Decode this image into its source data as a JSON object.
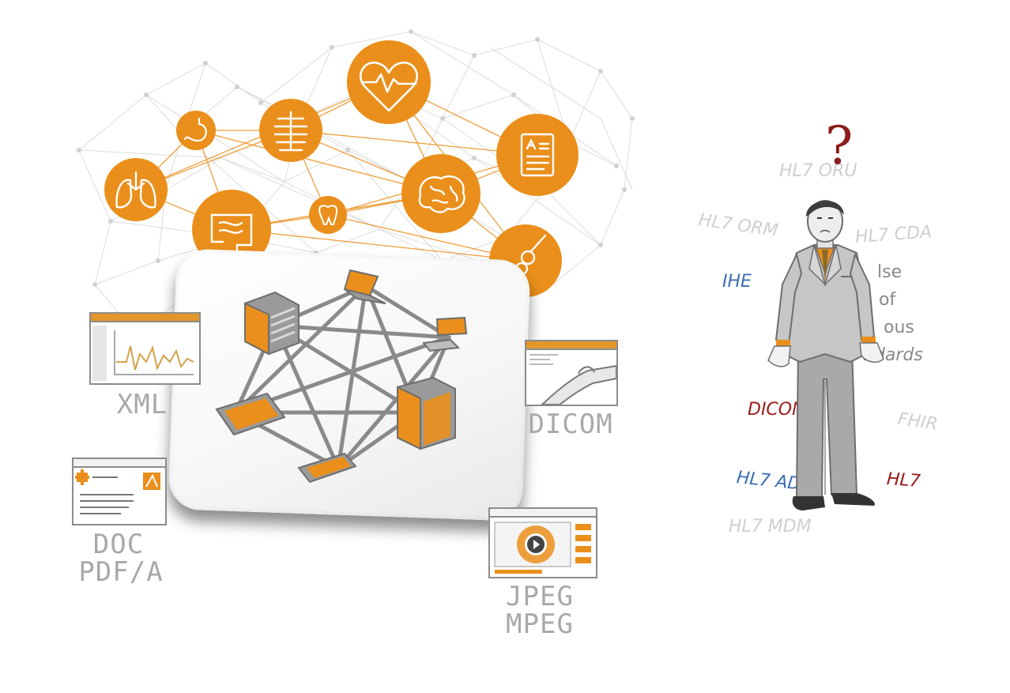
{
  "formats": {
    "xml": "XML",
    "dicom": "DICOM",
    "doc": "DOC",
    "pdfa": "PDF/A",
    "jpeg": "JPEG",
    "mpeg": "MPEG"
  },
  "standards": {
    "hl7_oru": "HL7 ORU",
    "hl7_orm": "HL7 ORM",
    "hl7_cda": "HL7 CDA",
    "ihe": "IHE",
    "dicom": "DICOM",
    "fhir": "FHIR",
    "hl7_adt": "HL7 ADT",
    "hl7": "HL7",
    "hl7_mdm": "HL7 MDM",
    "caption_line1": "lse",
    "caption_line2": "of",
    "caption_line3": "ous",
    "caption_line4": "ndards"
  },
  "question_mark": "?",
  "colors": {
    "orange": "#ea8f1b",
    "grey_line": "#d9d9d9",
    "device_grey": "#8f8f8f",
    "blue": "#3d6fb0",
    "red": "#9a1a1a"
  },
  "icons": [
    "lungs-icon",
    "stomach-icon",
    "ribcage-icon",
    "heart-pulse-icon",
    "document-icon",
    "brain-icon",
    "tooth-icon",
    "intestine-icon",
    "joint-bone-icon"
  ]
}
